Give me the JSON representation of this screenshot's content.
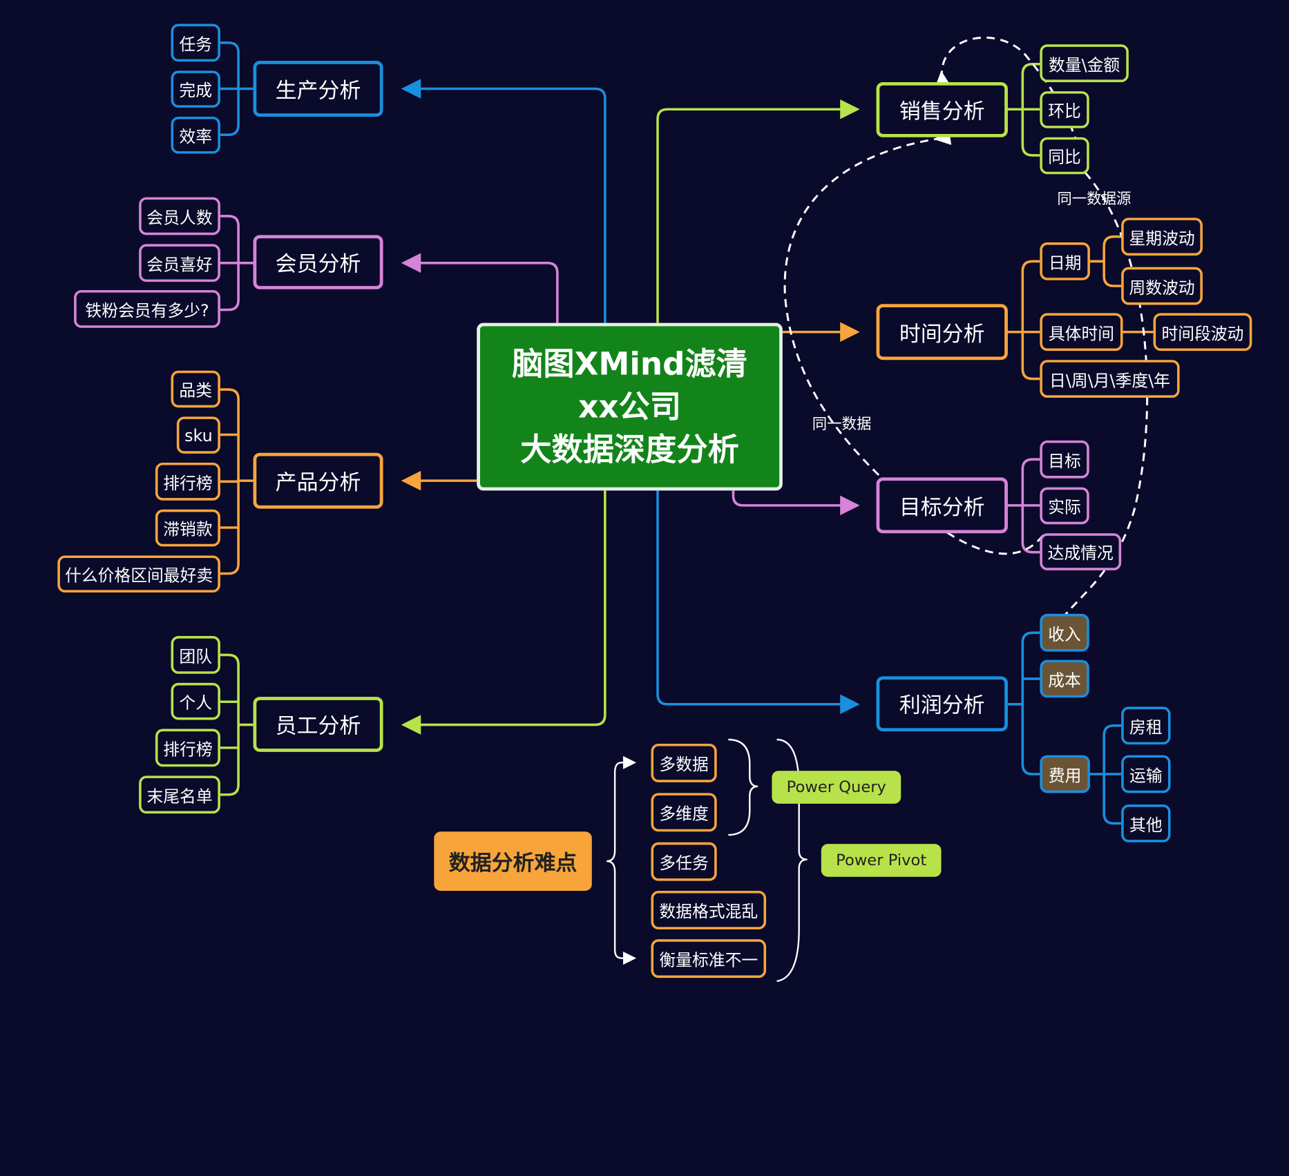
{
  "center": {
    "line1": "脑图XMind滤清",
    "line2": "xx公司",
    "line3": "大数据深度分析"
  },
  "colors": {
    "blue": "#1a8fde",
    "pink": "#d684d8",
    "orange": "#f7a53b",
    "lime": "#b7e24a",
    "center_fill": "#13841a",
    "background": "#0a0a2a",
    "brown": "#6b5436"
  },
  "left": {
    "production": {
      "label": "生产分析",
      "items": [
        "任务",
        "完成",
        "效率"
      ]
    },
    "member": {
      "label": "会员分析",
      "items": [
        "会员人数",
        "会员喜好",
        "铁粉会员有多少?"
      ]
    },
    "product": {
      "label": "产品分析",
      "items": [
        "品类",
        "sku",
        "排行榜",
        "滞销款",
        "什么价格区间最好卖"
      ]
    },
    "staff": {
      "label": "员工分析",
      "items": [
        "团队",
        "个人",
        "排行榜",
        "末尾名单"
      ]
    }
  },
  "right": {
    "sales": {
      "label": "销售分析",
      "items": [
        "数量\\金额",
        "环比",
        "同比"
      ]
    },
    "time": {
      "label": "时间分析",
      "date": "日期",
      "date_children": [
        "星期波动",
        "周数波动"
      ],
      "specific": "具体时间",
      "specific_child": "时间段波动",
      "period": "日\\周\\月\\季度\\年"
    },
    "target": {
      "label": "目标分析",
      "items": [
        "目标",
        "实际",
        "达成情况"
      ]
    },
    "profit": {
      "label": "利润分析",
      "items": [
        "收入",
        "成本",
        "费用"
      ],
      "fee_children": [
        "房租",
        "运输",
        "其他"
      ]
    }
  },
  "annotations": {
    "same_source": "同一数据源",
    "same_data": "同一数据"
  },
  "difficulty": {
    "label": "数据分析难点",
    "items": [
      "多数据",
      "多维度",
      "多任务",
      "数据格式混乱",
      "衡量标准不一"
    ],
    "tools": [
      "Power Query",
      "Power Pivot"
    ]
  }
}
